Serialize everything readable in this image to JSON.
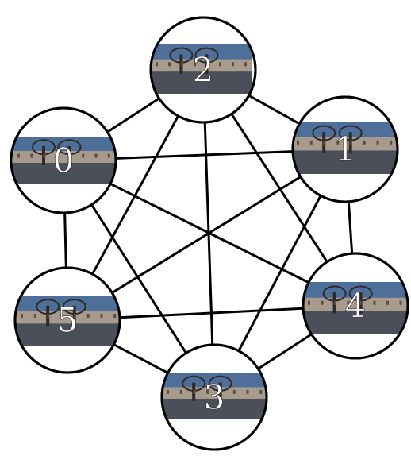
{
  "nodes": [
    {
      "id": "0",
      "label": "0"
    },
    {
      "id": "1",
      "label": "1"
    },
    {
      "id": "2",
      "label": "2"
    },
    {
      "id": "3",
      "label": "3"
    },
    {
      "id": "4",
      "label": "4"
    },
    {
      "id": "5",
      "label": "5"
    }
  ],
  "edges": [
    [
      "0",
      "1"
    ],
    [
      "0",
      "2"
    ],
    [
      "0",
      "3"
    ],
    [
      "0",
      "4"
    ],
    [
      "0",
      "5"
    ],
    [
      "1",
      "2"
    ],
    [
      "1",
      "3"
    ],
    [
      "1",
      "4"
    ],
    [
      "1",
      "5"
    ],
    [
      "2",
      "3"
    ],
    [
      "2",
      "4"
    ],
    [
      "2",
      "5"
    ],
    [
      "3",
      "4"
    ],
    [
      "3",
      "5"
    ],
    [
      "4",
      "5"
    ]
  ],
  "thumbnail": {
    "description_icon": "panorama-thumbnail",
    "sky_color": "#4e6f99",
    "building_color": "#a89a8c",
    "ground_color": "#4a4f5a",
    "tree_color": "#2e2a28"
  }
}
